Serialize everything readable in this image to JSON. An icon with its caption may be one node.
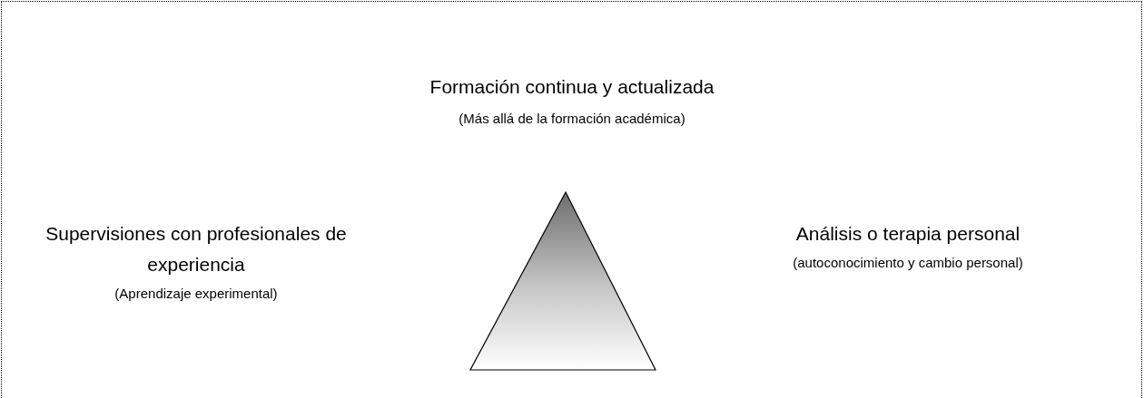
{
  "diagram": {
    "labels": [
      "Formación continua y actualizada",
      "(Más allá de la formación académica)",
      "Supervisiones con profesionales de experiencia",
      "(Aprendizaje experimental)",
      "Análisis o terapia personal",
      "(autoconocimiento y cambio personal)"
    ]
  }
}
